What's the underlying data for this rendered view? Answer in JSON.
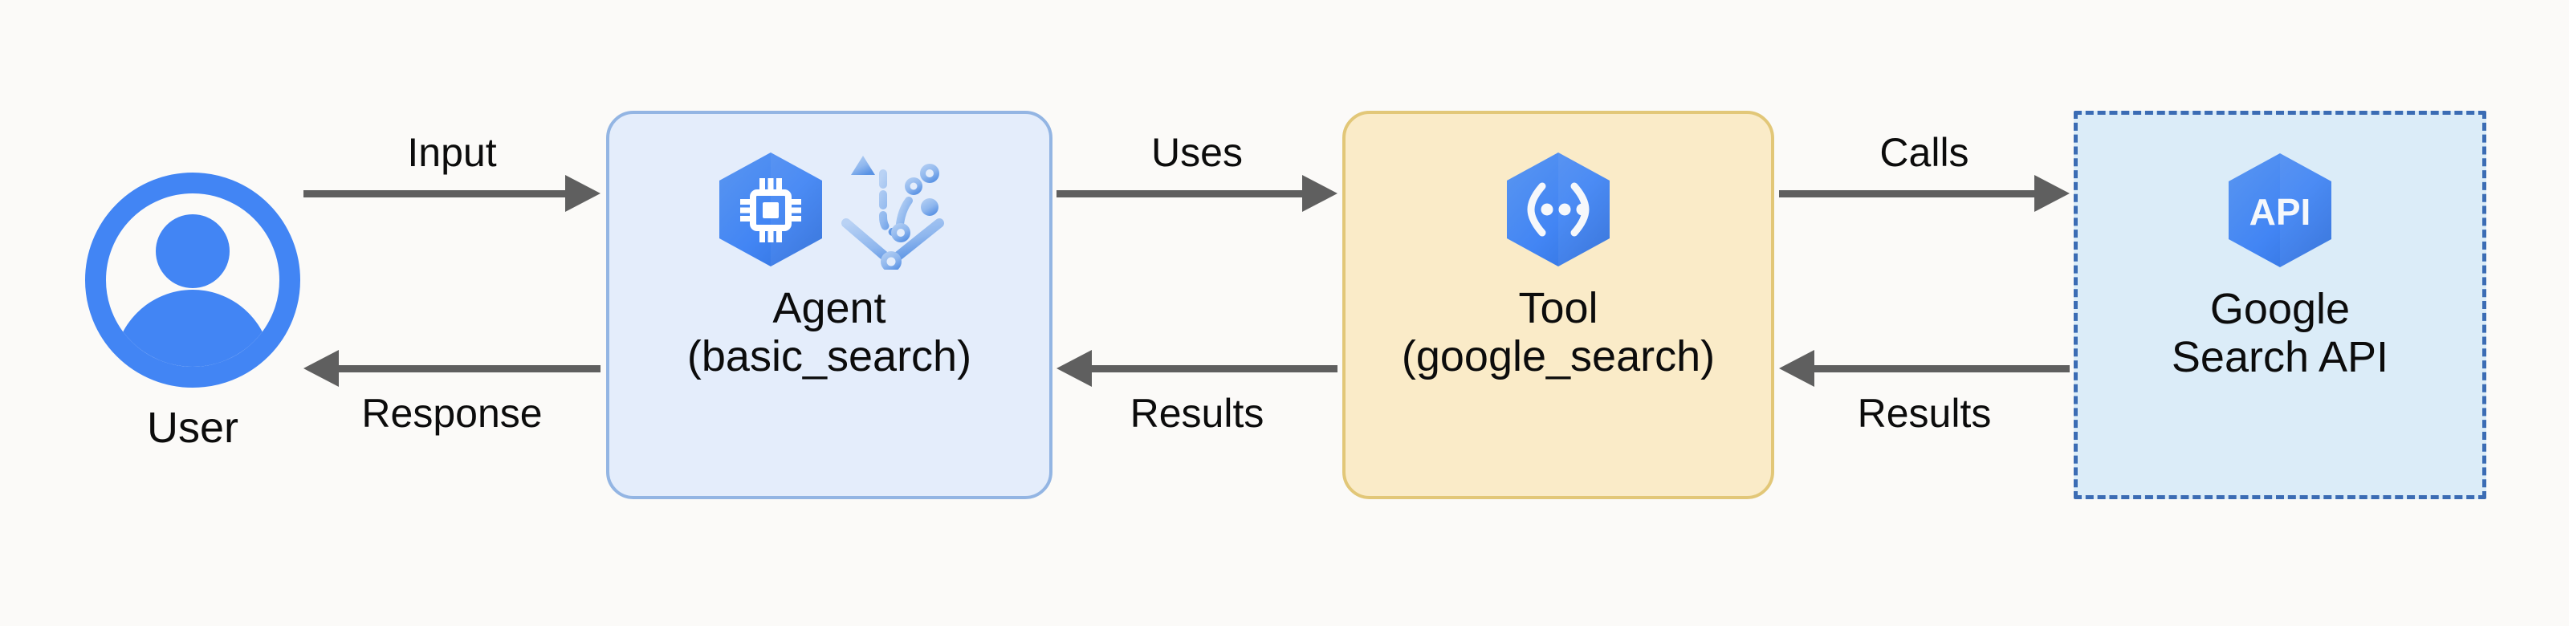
{
  "diagram": {
    "background_color": "#fbfaf8",
    "accent_blue": "#4285f4",
    "arrow_color": "#5f5f5f",
    "text_color": "#0c0c0c"
  },
  "nodes": {
    "user": {
      "label": "User",
      "icon": "user-avatar-icon",
      "icon_color": "#4285f4"
    },
    "agent": {
      "title": "Agent",
      "subtitle": "(basic_search)",
      "icons": [
        "cpu-chip-hexagon-icon",
        "agent-workflow-icon"
      ],
      "fill_color": "#e4edfb",
      "border_color": "#93b5e3"
    },
    "tool": {
      "title": "Tool",
      "subtitle": "(google_search)",
      "icons": [
        "code-brackets-hexagon-icon"
      ],
      "fill_color": "#faebc8",
      "border_color": "#e2c778"
    },
    "api": {
      "title": "Google",
      "subtitle": "Search API",
      "icons": [
        "api-hexagon-icon"
      ],
      "icon_text": "API",
      "fill_color": "#dbecf8",
      "border_color": "#3b6cb4",
      "border_style": "dashed"
    }
  },
  "edges": {
    "input": {
      "label": "Input",
      "direction": "right",
      "from": "user",
      "to": "agent"
    },
    "response": {
      "label": "Response",
      "direction": "left",
      "from": "agent",
      "to": "user"
    },
    "uses": {
      "label": "Uses",
      "direction": "right",
      "from": "agent",
      "to": "tool"
    },
    "results_tool_to_agent": {
      "label": "Results",
      "direction": "left",
      "from": "tool",
      "to": "agent"
    },
    "calls": {
      "label": "Calls",
      "direction": "right",
      "from": "tool",
      "to": "api"
    },
    "results_api_to_tool": {
      "label": "Results",
      "direction": "left",
      "from": "api",
      "to": "tool"
    }
  }
}
